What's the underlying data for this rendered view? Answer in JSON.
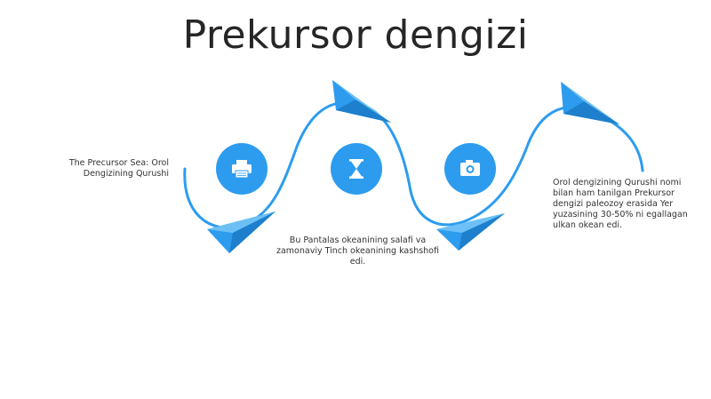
{
  "title": "Prekursor dengizi",
  "colors": {
    "accent": "#2d9cef",
    "accent_light": "#6cc0f5",
    "title": "#262626",
    "text": "#333333"
  },
  "icons": [
    "printer-icon",
    "hourglass-icon",
    "camera-icon"
  ],
  "labels": [
    "The Precursor Sea: Orol Dengizining Qurushi",
    "Bu Pantalas okeanining salafi va zamonaviy Tinch okeanining kashshofi edi.",
    "Orol dengizining Qurushi nomi bilan ham tanilgan Prekursor dengizi paleozoy erasida Yer yuzasining 30-50% ni egallagan ulkan okean edi."
  ]
}
